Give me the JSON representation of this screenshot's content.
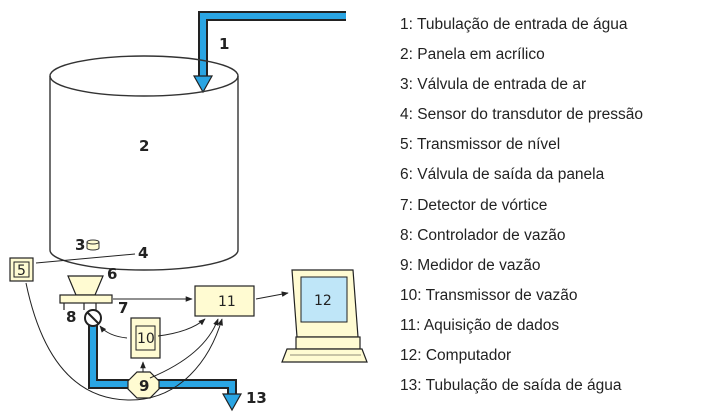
{
  "numbers": {
    "n1": "1",
    "n2": "2",
    "n3": "3",
    "n4": "4",
    "n5": "5",
    "n6": "6",
    "n7": "7",
    "n8": "8",
    "n9": "9",
    "n10": "10",
    "n11": "11",
    "n12": "12",
    "n13": "13"
  },
  "legend": [
    "1: Tubulação de entrada de água",
    "2: Panela em acrílico",
    "3: Válvula de entrada de ar",
    "4: Sensor do transdutor de pressão",
    "5: Transmissor de nível",
    "6: Válvula de saída da panela",
    "7: Detector de vórtice",
    "8: Controlador de vazão",
    "9: Medidor de vazão",
    "10: Transmissor de vazão",
    "11: Aquisição de dados",
    "12: Computador",
    "13: Tubulação de saída de água"
  ],
  "colors": {
    "pipe": "#2aa5e3",
    "box_fill": "#fffbd2",
    "line": "#222222",
    "screen_fill": "#bfe6f8"
  }
}
